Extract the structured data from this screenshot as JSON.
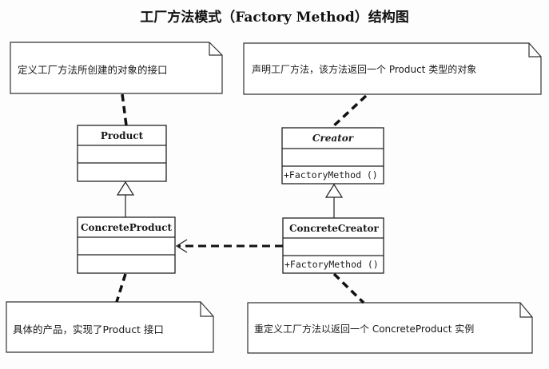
{
  "title": "工厂方法模式（Factory Method）结构图",
  "notes": {
    "product_note": "定义工厂方法所创建的对象的接口",
    "creator_note": "声明工厂方法，该方法返回一个 Product 类型的对象",
    "concrete_product_note": "具体的产品，实现了Product 接口",
    "concrete_creator_note": "重定义工厂方法以返回一个 ConcreteProduct 实例"
  },
  "classes": {
    "product": {
      "name": "Product",
      "abstract": false,
      "operations": []
    },
    "creator": {
      "name": "Creator",
      "abstract": true,
      "operations": [
        "+FactoryMethod ()"
      ]
    },
    "concrete_product": {
      "name": "ConcreteProduct",
      "abstract": false,
      "operations": []
    },
    "concrete_creator": {
      "name": "ConcreteCreator",
      "abstract": false,
      "operations": [
        "+FactoryMethod ()"
      ]
    }
  },
  "relationships": [
    {
      "type": "generalization",
      "from": "ConcreteProduct",
      "to": "Product"
    },
    {
      "type": "generalization",
      "from": "ConcreteCreator",
      "to": "Creator"
    },
    {
      "type": "dependency",
      "from": "ConcreteCreator",
      "to": "ConcreteProduct"
    },
    {
      "type": "note-anchor",
      "from": "product_note",
      "to": "Product"
    },
    {
      "type": "note-anchor",
      "from": "creator_note",
      "to": "Creator"
    },
    {
      "type": "note-anchor",
      "from": "concrete_product_note",
      "to": "ConcreteProduct"
    },
    {
      "type": "note-anchor",
      "from": "concrete_creator_note",
      "to": "ConcreteCreator"
    }
  ]
}
